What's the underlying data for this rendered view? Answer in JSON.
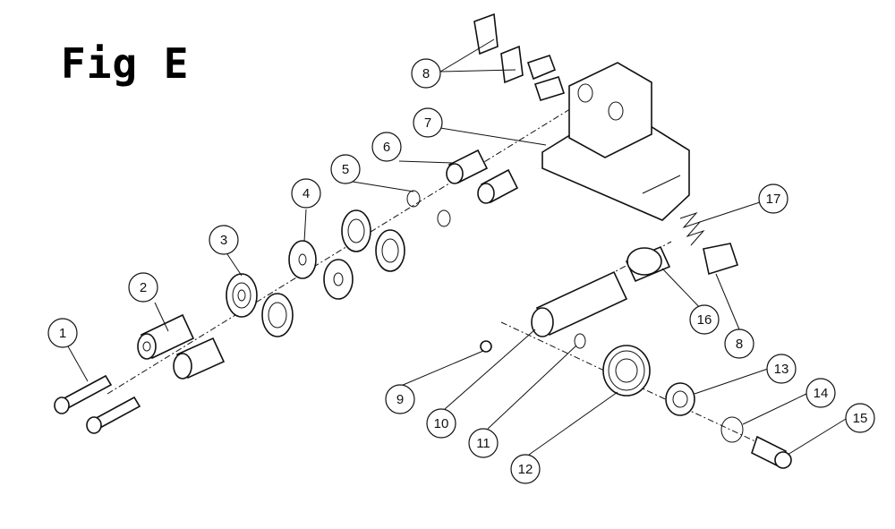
{
  "figure": {
    "title": "Fig E"
  },
  "callouts": [
    {
      "id": "1",
      "label": "1"
    },
    {
      "id": "2",
      "label": "2"
    },
    {
      "id": "3",
      "label": "3"
    },
    {
      "id": "4",
      "label": "4"
    },
    {
      "id": "5",
      "label": "5"
    },
    {
      "id": "6",
      "label": "6"
    },
    {
      "id": "7",
      "label": "7"
    },
    {
      "id": "8a",
      "label": "8"
    },
    {
      "id": "8b",
      "label": "8"
    },
    {
      "id": "9",
      "label": "9"
    },
    {
      "id": "10",
      "label": "10"
    },
    {
      "id": "11",
      "label": "11"
    },
    {
      "id": "12",
      "label": "12"
    },
    {
      "id": "13",
      "label": "13"
    },
    {
      "id": "14",
      "label": "14"
    },
    {
      "id": "15",
      "label": "15"
    },
    {
      "id": "16",
      "label": "16"
    },
    {
      "id": "17",
      "label": "17"
    }
  ]
}
